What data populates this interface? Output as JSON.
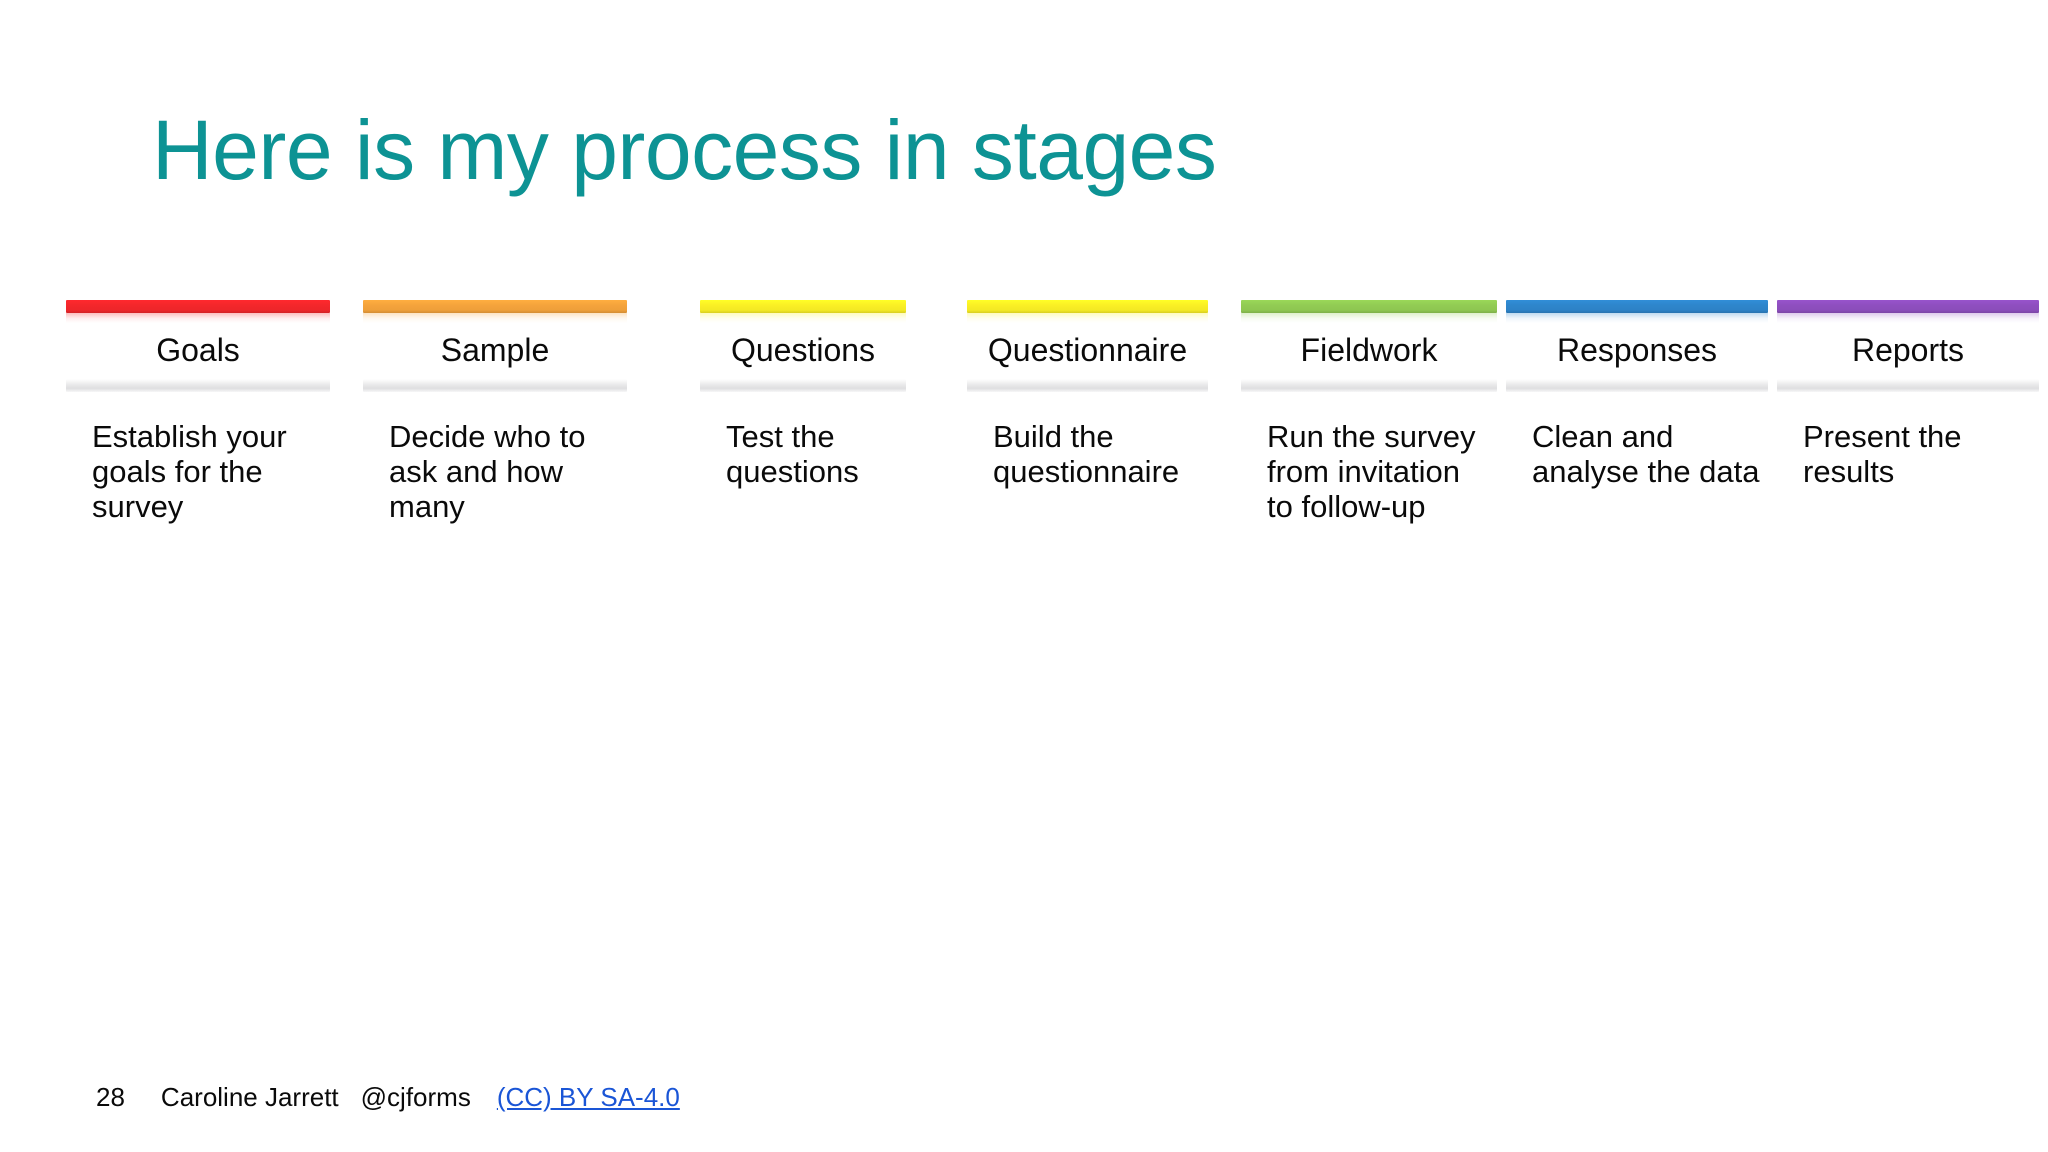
{
  "slide": {
    "title": "Here is my process in stages",
    "title_color": "#0d9394",
    "background_color": "#ffffff"
  },
  "stages": [
    {
      "label": "Goals",
      "body": "Establish your goals for the survey",
      "color": "#f4272b",
      "color_name": "red"
    },
    {
      "label": "Sample",
      "body": "Decide who to ask and how many",
      "color": "#f5a43c",
      "color_name": "orange"
    },
    {
      "label": "Questions",
      "body": "Test the questions",
      "color": "#fbf025",
      "color_name": "yellow"
    },
    {
      "label": "Questionnaire",
      "body": "Build the questionnaire",
      "color": "#fbf025",
      "color_name": "yellow"
    },
    {
      "label": "Fieldwork",
      "body": "Run the survey from invitation to follow-up",
      "color": "#92cc54",
      "color_name": "green"
    },
    {
      "label": "Responses",
      "body": "Clean and analyse the data",
      "color": "#2e86cc",
      "color_name": "blue"
    },
    {
      "label": "Reports",
      "body": "Present the results",
      "color": "#8f4fc0",
      "color_name": "purple"
    }
  ],
  "footer": {
    "slide_number": "28",
    "author": "Caroline Jarrett",
    "handle": "@cjforms",
    "license": "(CC) BY SA-4.0",
    "license_color": "#1a55d6"
  }
}
